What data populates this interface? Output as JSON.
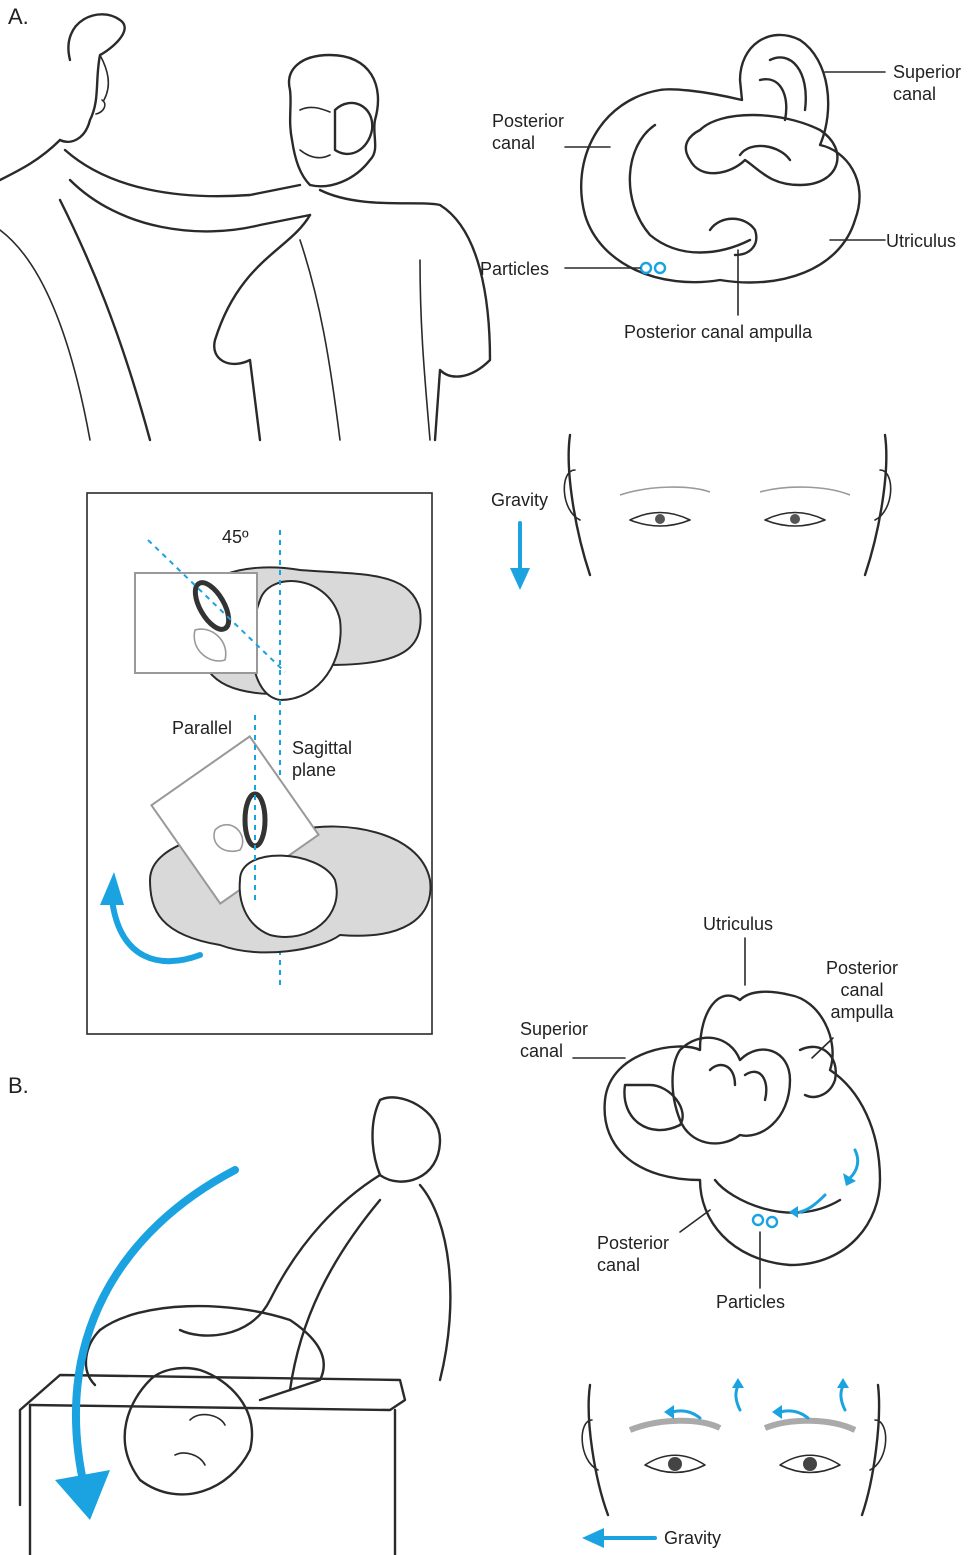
{
  "panels": {
    "a_label": "A.",
    "b_label": "B."
  },
  "labyrinth_top": {
    "superior": "Superior\ncanal",
    "posterior": "Posterior\ncanal",
    "utriculus": "Utriculus",
    "particles": "Particles",
    "ampulla": "Posterior canal ampulla"
  },
  "gravity_top": "Gravity",
  "inset": {
    "angle": "45º",
    "parallel": "Parallel",
    "sagittal": "Sagittal\nplane"
  },
  "labyrinth_bottom": {
    "utriculus": "Utriculus",
    "ampulla": "Posterior\ncanal\nampulla",
    "superior": "Superior\ncanal",
    "posterior": "Posterior\ncanal",
    "particles": "Particles"
  },
  "gravity_bottom": "Gravity",
  "colors": {
    "accent": "#1aa3e0",
    "line": "#2a2a2a"
  }
}
